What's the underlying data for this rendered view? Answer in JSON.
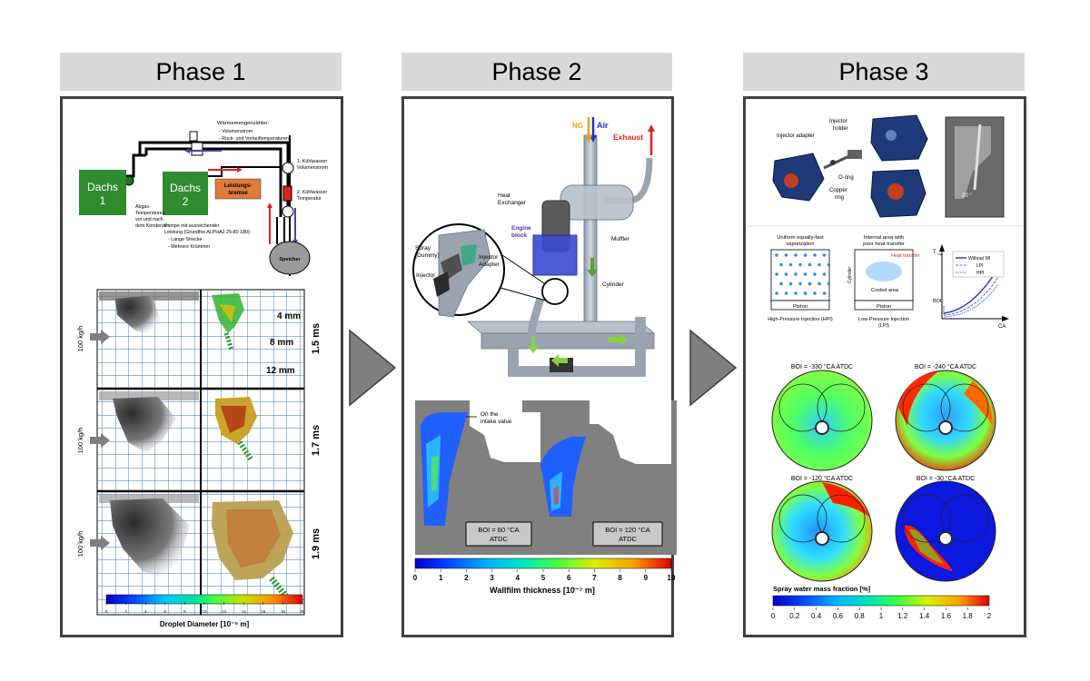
{
  "phases": [
    {
      "title": "Phase 1"
    },
    {
      "title": "Phase 2"
    },
    {
      "title": "Phase 3"
    }
  ],
  "phase1": {
    "circuit": {
      "waermemengen_title": "Wärmemengenzähler:",
      "waermemengen_items": [
        "Volumenstrom",
        "Rück- und Vorlauftemperaturen"
      ],
      "dachs1_line1": "Dachs",
      "dachs1_line2": "1",
      "dachs2_line1": "Dachs",
      "dachs2_line2": "2",
      "bremse_line1": "Leistungs-",
      "bremse_line2": "bremse",
      "abgas_lines": [
        "Abgas-",
        "Temperaturen",
        "vor und nach",
        "dem Kondenser"
      ],
      "kuehl1_lines": [
        "1. Kühlwasser",
        "Volumenstrom"
      ],
      "kuehl2_lines": [
        "2. Kühlwasser",
        "Temperatur"
      ],
      "pumpe_lines": [
        "Pumpe mit ausreichender",
        "Leistung (Grundfos ALPHA2 25-80 180):"
      ],
      "pumpe_items": [
        "Lange Strecke",
        "Mehrere Krümmer"
      ],
      "speicher": "Speicher"
    },
    "spray": {
      "flow_label": "100 kg/h",
      "times": [
        "1.5 ms",
        "1.7 ms",
        "1.9 ms"
      ],
      "distances": [
        "4 mm",
        "8 mm",
        "12 mm"
      ],
      "colorbar_ticks": [
        "0",
        "2",
        "4",
        "6",
        "8",
        "10",
        "12",
        "14",
        "16",
        "18",
        "20"
      ],
      "colorbar_label": "Droplet Diameter [10⁻⁵ m]"
    }
  },
  "phase2": {
    "setup": {
      "ng": "NG",
      "air": "Air",
      "exhaust": "Exhaust",
      "heat_exchanger_lines": [
        "Heat",
        "Exchanger"
      ],
      "engine_block_lines": [
        "Engine",
        "block"
      ],
      "muffler": "Muffler",
      "cylinder": "Cylinder",
      "spray_dummy_lines": [
        "Spray",
        "(Dummy)"
      ],
      "injector": "Injector",
      "injector_adapter_lines": [
        "Injector",
        "Adapter"
      ]
    },
    "wallfilm": {
      "intake_label_lines": [
        "On the",
        "intake valve"
      ],
      "boi1_lines": [
        "BOI = 60 °CA",
        "ATDC"
      ],
      "boi2_lines": [
        "BOI = 120 °CA",
        "ATDC"
      ],
      "colorbar_ticks": [
        "0",
        "1",
        "2",
        "3",
        "4",
        "5",
        "6",
        "7",
        "8",
        "9",
        "10"
      ],
      "colorbar_label": "Wallfilm thickness [10⁻⁷ m]"
    }
  },
  "phase3": {
    "injector": {
      "adapter": "Injector adapter",
      "holder_lines": [
        "Injector",
        "holder"
      ],
      "oring": "O-ring",
      "copper_lines": [
        "Copper",
        "ring"
      ],
      "angle": "20 °"
    },
    "concept": {
      "hpi_top_lines": [
        "Uniform equally-fast",
        "vaporization"
      ],
      "lpi_top_lines": [
        "Internal area with",
        "poor heat transfer"
      ],
      "heat_transfer": "Heat transfer",
      "cylinder": "Cylinder",
      "cooled_area": "Cooled area",
      "piston": "Piston",
      "hpi_bottom": "High-Pressure Injection (HPI)",
      "lpi_bottom_lines": [
        "Low-Pressure Injection",
        "(LPI)"
      ],
      "graph_y": "T",
      "graph_y_sub": "Cyl",
      "graph_x": "CA",
      "graph_boi": "BOI",
      "legend": [
        "Without WI",
        "LPI",
        "HPI"
      ]
    },
    "maps": {
      "titles": [
        "BOI = -330 °CA ATDC",
        "BOI = -240 °CA ATDC",
        "BOI = -120 °CA ATDC",
        "BOI = -30 °CA ATDC"
      ],
      "colorbar_label": "Spray water mass fraction [%]",
      "colorbar_ticks": [
        "0",
        "0.2",
        "0.4",
        "0.6",
        "0.8",
        "1",
        "1.2",
        "1.4",
        "1.6",
        "1.8",
        "2"
      ]
    }
  },
  "colors": {
    "header_bg": "#d9d9d9",
    "panel_border": "#404040",
    "arrow": "#7f7f7f",
    "dachs_green": "#2e8b2e",
    "bremse_orange": "#e07b39"
  }
}
